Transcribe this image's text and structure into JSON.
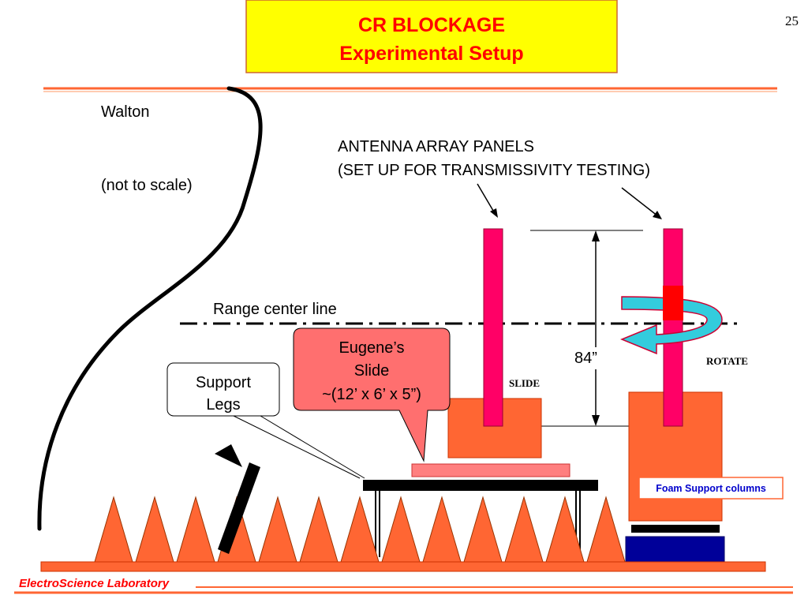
{
  "page_number": "25",
  "title": {
    "line1": "CR BLOCKAGE",
    "line2": "Experimental Setup"
  },
  "labels": {
    "author": "Walton",
    "scale_note": "(not to scale)",
    "panels_line1": "ANTENNA ARRAY PANELS",
    "panels_line2": "(SET UP FOR TRANSMISSIVITY TESTING)",
    "range_center_line": "Range center line",
    "height": "84”",
    "slide": "SLIDE",
    "rotate": "ROTATE",
    "foam_support": "Foam Support columns"
  },
  "callouts": {
    "support_legs_line1": "Support",
    "support_legs_line2": "Legs",
    "eugene_line1": "Eugene’s",
    "eugene_line2": "Slide",
    "eugene_line3": "~(12’ x 6’ x 5”)"
  },
  "footer": {
    "lab_name": "ElectroScience Laboratory"
  },
  "colors": {
    "title_box_bg": "#ffff00",
    "title_text": "#ff0000",
    "accent_line": "#ff6633",
    "panel": "#ff0066",
    "base_block": "#ff6633",
    "slide_plate": "#ff7f7f",
    "eugene_callout": "#ff6f6f",
    "rotate_arrow": "#33ccdd",
    "foam_text": "#0000cc",
    "stand_block": "#000099"
  }
}
